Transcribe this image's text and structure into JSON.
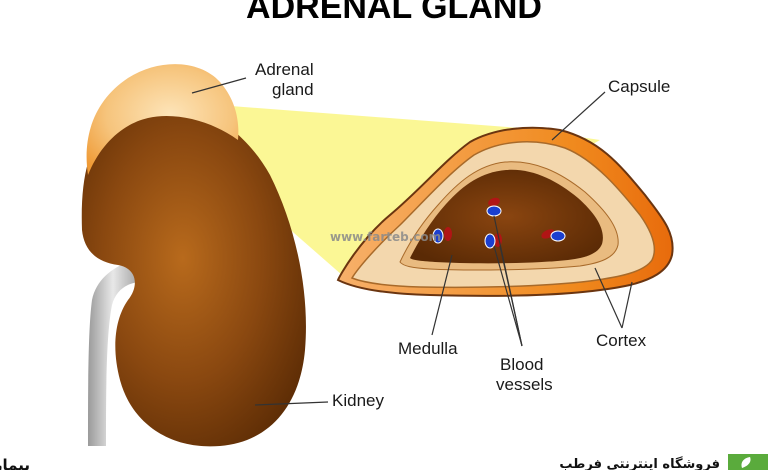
{
  "title": "ADRENAL GLAND",
  "labels": {
    "adrenal_gland_line1": "Adrenal",
    "adrenal_gland_line2": "gland",
    "capsule": "Capsule",
    "medulla": "Medulla",
    "blood_vessels_line1": "Blood",
    "blood_vessels_line2": "vessels",
    "cortex": "Cortex",
    "kidney": "Kidney"
  },
  "watermark": "www.farteb.com",
  "footer": {
    "caption": "بیماری های غده فوق کلیوی",
    "shop_name": "فروشگاه اینترنتی فرطب"
  },
  "colors": {
    "kidney": "#7a3d07",
    "adrenal": "#f3c27a",
    "capsule": "#f08a1e",
    "cortex": "#f3d7ad",
    "medulla": "#6b3206",
    "zoom": "#fbf68a",
    "logo": "#5aab3c"
  }
}
